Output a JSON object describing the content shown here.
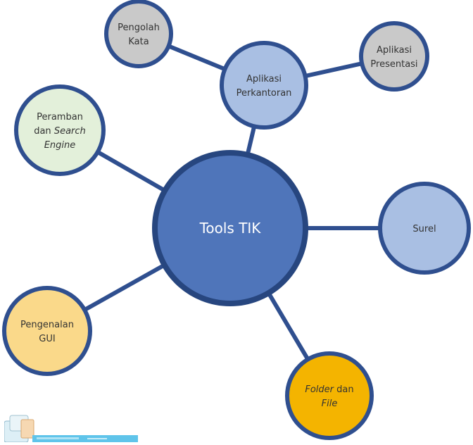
{
  "diagram": {
    "center": {
      "id": "tools-tik",
      "label": "Tools TIK"
    },
    "nodes": [
      {
        "id": "aplikasi-perkantoran",
        "lines": [
          [
            {
              "t": "Aplikasi"
            }
          ],
          [
            {
              "t": "Perkantoran"
            }
          ]
        ],
        "fill": "#A9BFE3"
      },
      {
        "id": "pengolah-kata",
        "lines": [
          [
            {
              "t": "Pengolah"
            }
          ],
          [
            {
              "t": "Kata"
            }
          ]
        ],
        "fill": "#C9C9C9"
      },
      {
        "id": "aplikasi-presentasi",
        "lines": [
          [
            {
              "t": "Aplikasi"
            }
          ],
          [
            {
              "t": "Presentasi"
            }
          ]
        ],
        "fill": "#C9C9C9"
      },
      {
        "id": "peramban-search-engine",
        "lines": [
          [
            {
              "t": "Peramban"
            }
          ],
          [
            {
              "t": "dan "
            },
            {
              "t": "Search",
              "i": true
            }
          ],
          [
            {
              "t": "Engine",
              "i": true
            }
          ]
        ],
        "fill": "#E3F0DA"
      },
      {
        "id": "surel",
        "lines": [
          [
            {
              "t": "Surel"
            }
          ]
        ],
        "fill": "#A9BFE3"
      },
      {
        "id": "pengenalan-gui",
        "lines": [
          [
            {
              "t": "Pengenalan"
            }
          ],
          [
            {
              "t": "GUI"
            }
          ]
        ],
        "fill": "#FAD98A"
      },
      {
        "id": "folder-dan-file",
        "lines": [
          [
            {
              "t": "Folder",
              "i": true
            },
            {
              "t": " dan"
            }
          ],
          [
            {
              "t": "File",
              "i": true
            }
          ]
        ],
        "fill": "#F4B400"
      }
    ],
    "edges": [
      [
        "tools-tik",
        "aplikasi-perkantoran"
      ],
      [
        "aplikasi-perkantoran",
        "pengolah-kata"
      ],
      [
        "aplikasi-perkantoran",
        "aplikasi-presentasi"
      ],
      [
        "tools-tik",
        "peramban-search-engine"
      ],
      [
        "tools-tik",
        "surel"
      ],
      [
        "tools-tik",
        "pengenalan-gui"
      ],
      [
        "tools-tik",
        "folder-dan-file"
      ]
    ],
    "colors": {
      "center_fill": "#4F75BA",
      "outline": "#2F4F8F",
      "edge": "#2F4F8F"
    }
  }
}
